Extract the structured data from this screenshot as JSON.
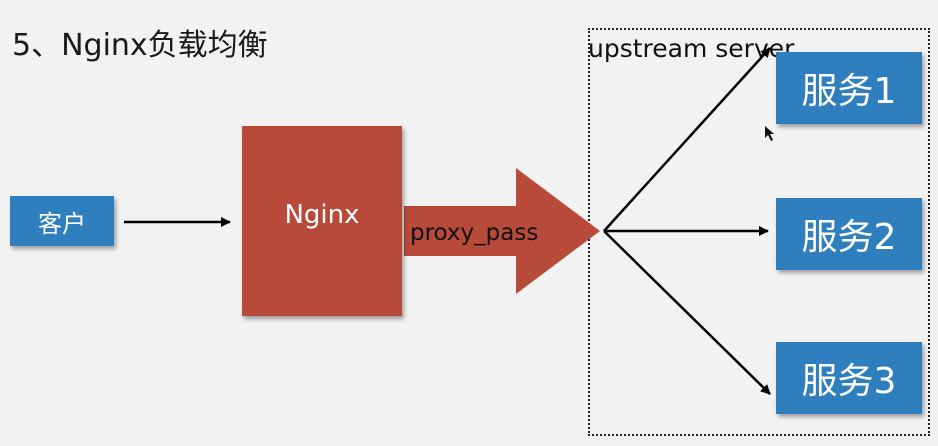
{
  "title": "5、Nginx负载均衡",
  "client": {
    "label": "客户"
  },
  "nginx": {
    "label": "Nginx"
  },
  "proxy": {
    "label": "proxy_pass"
  },
  "upstream": {
    "label": "upstream server"
  },
  "services": [
    {
      "label": "服务1"
    },
    {
      "label": "服务2"
    },
    {
      "label": "服务3"
    }
  ],
  "colors": {
    "background": "#f2f2f2",
    "service_blue": "#2f7fbf",
    "nginx_red": "#b84a3a",
    "arrow_black": "#000000"
  }
}
